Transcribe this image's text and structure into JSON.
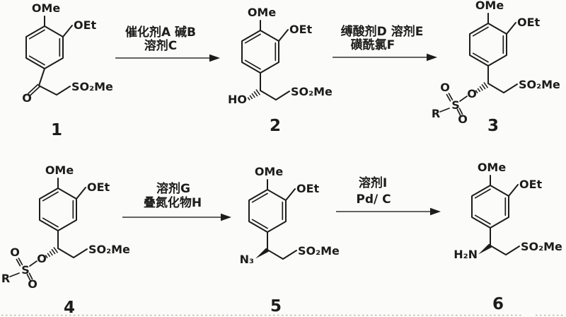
{
  "scheme": {
    "background": "#fbfbf9",
    "ink_color": "#1c1c1c",
    "arrow_color": "#4f4f4f",
    "atom_labels": {
      "methoxy": "OMe",
      "ethoxy": "OEt",
      "methylsulfonyl": "SO₂Me",
      "hydroxyl": "HO",
      "oxygen": "O",
      "sulfur": "S",
      "r_group": "R",
      "azide": "N₃",
      "amine": "H₂N"
    },
    "compounds": [
      {
        "number": "1"
      },
      {
        "number": "2"
      },
      {
        "number": "3"
      },
      {
        "number": "4"
      },
      {
        "number": "5"
      },
      {
        "number": "6"
      }
    ],
    "arrows": [
      {
        "line1": "催化剂A 碱B",
        "line2": "溶剂C"
      },
      {
        "line1": "缚酸剂D 溶剂E",
        "line2": "磺酰氯F"
      },
      {
        "line1": "溶剂G",
        "line2": "叠氮化物H"
      },
      {
        "line1": "溶剂I",
        "line2": "Pd/ C"
      }
    ]
  }
}
